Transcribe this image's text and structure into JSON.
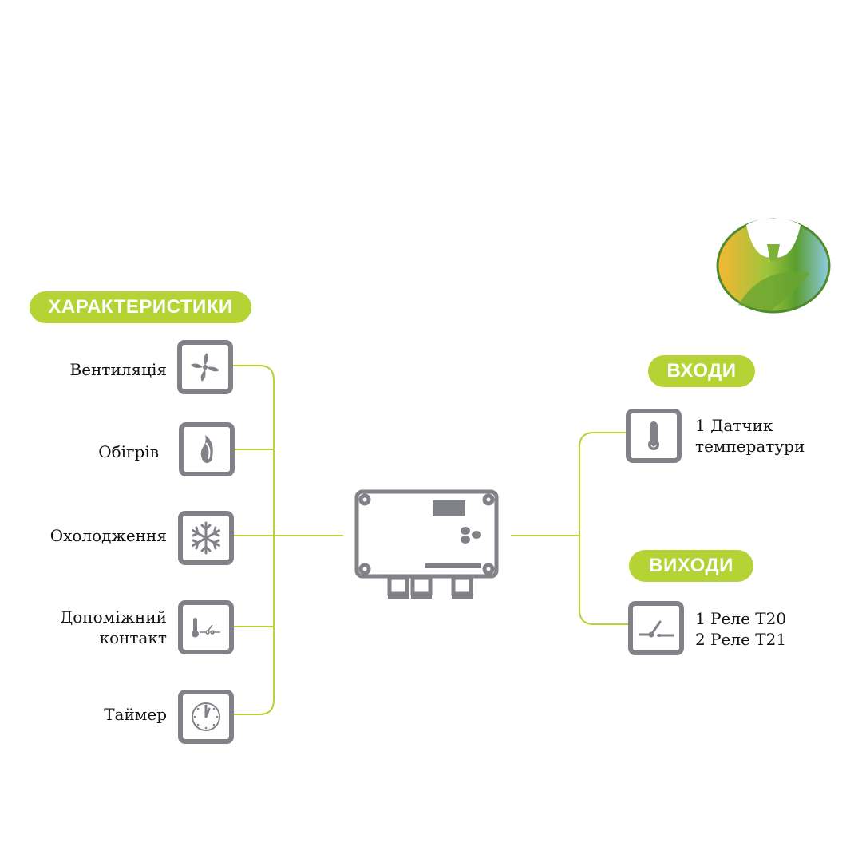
{
  "logo": {
    "name": "company-logo"
  },
  "characteristics": {
    "title": "ХАРАКТЕРИСТИКИ",
    "items": [
      {
        "label": "Вентиляція",
        "icon": "fan-icon"
      },
      {
        "label": "Обігрів",
        "icon": "flame-icon"
      },
      {
        "label": "Охолодження",
        "icon": "snowflake-icon"
      },
      {
        "label_line1": "Допоміжний",
        "label_line2": "контакт",
        "icon": "thermostat-switch-icon"
      },
      {
        "label": "Таймер",
        "icon": "clock-icon"
      }
    ]
  },
  "inputs": {
    "title": "ВХОДИ",
    "line1": "1 Датчик",
    "line2": "температури",
    "icon": "thermometer-icon"
  },
  "outputs": {
    "title": "ВИХОДИ",
    "line1": "1 Реле T20",
    "line2": "2 Реле T21",
    "icon": "relay-switch-icon"
  },
  "colors": {
    "accent": "#b6d335",
    "icon_gray": "#818287"
  }
}
